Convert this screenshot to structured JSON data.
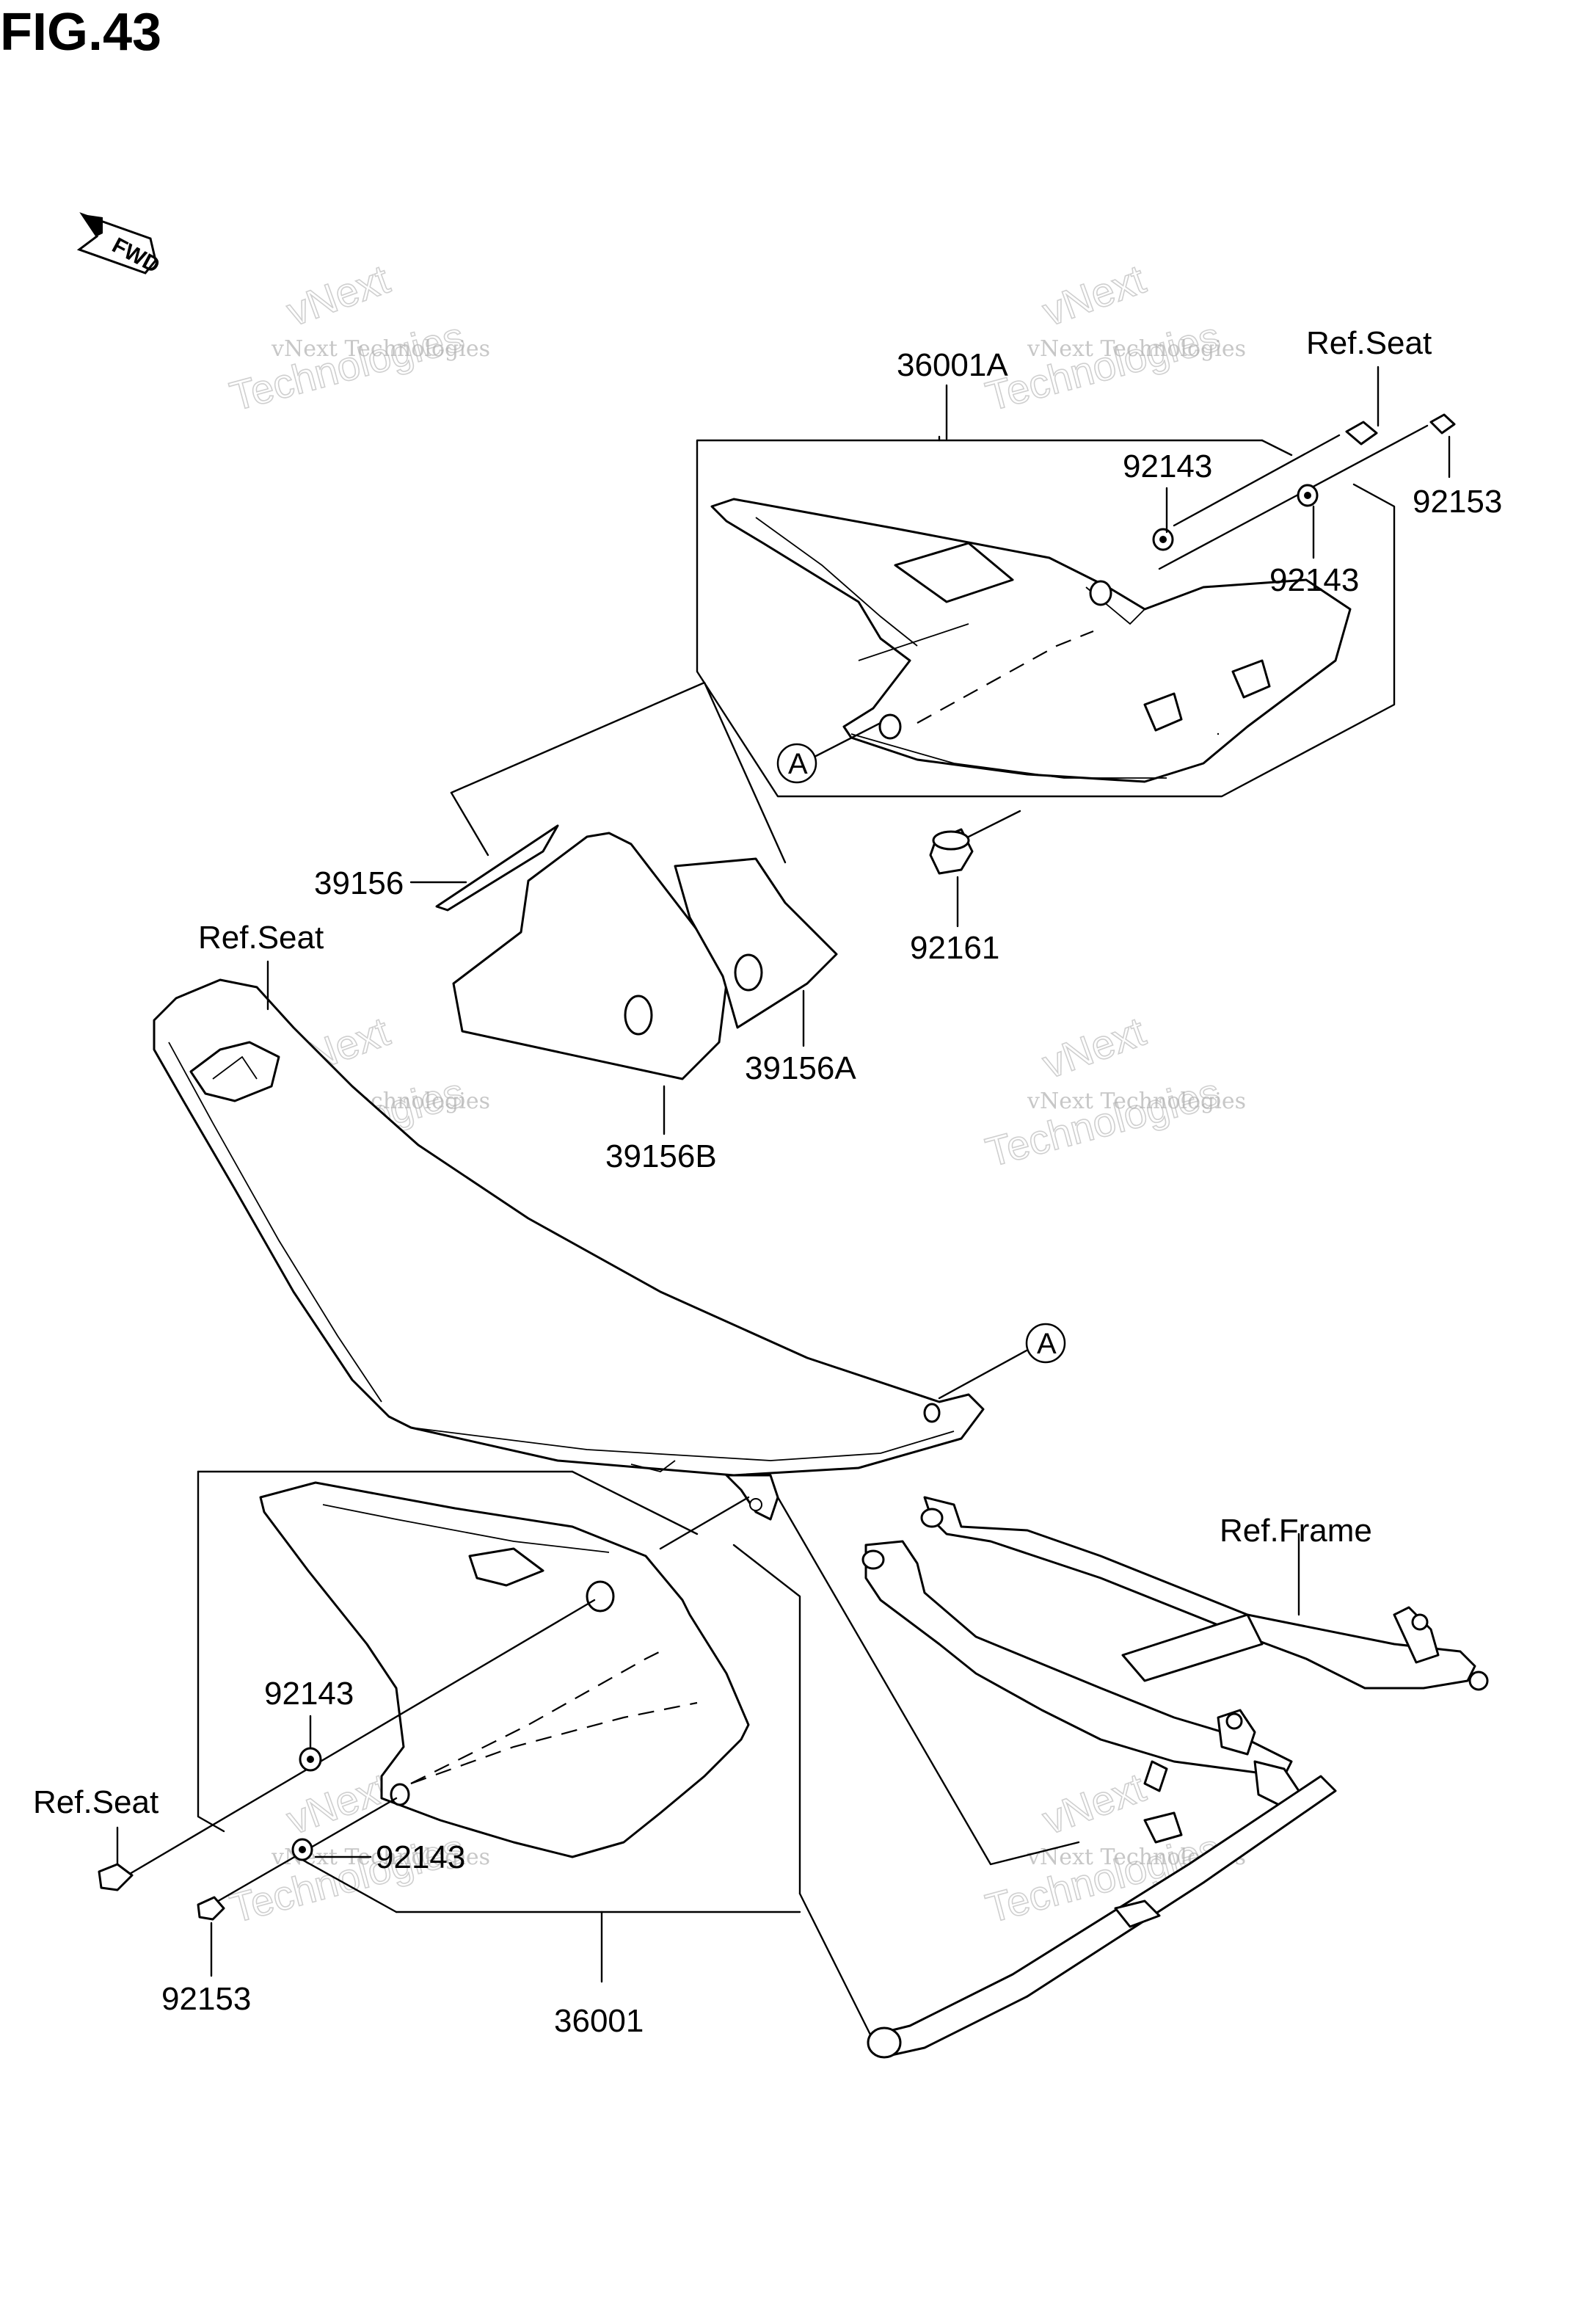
{
  "figure": {
    "title": "FIG.43"
  },
  "fwd_badge": "FWD",
  "callouts": {
    "c36001A": "36001A",
    "refseat_top": "Ref.Seat",
    "c92143_a": "92143",
    "c92153_a": "92153",
    "c92143_b": "92143",
    "c39156": "39156",
    "c92161": "92161",
    "refseat_left": "Ref.Seat",
    "c39156A": "39156A",
    "c39156B": "39156B",
    "ref_frame": "Ref.Frame",
    "c92143_c": "92143",
    "refseat_bottom": "Ref.Seat",
    "c92143_d": "92143",
    "c92153_b": "92153",
    "c36001": "36001",
    "marker_a_top": "A",
    "marker_a_seat": "A"
  },
  "watermark": {
    "line1": "vNext Technologies",
    "line2": "vNext",
    "line3": "Technologies"
  }
}
